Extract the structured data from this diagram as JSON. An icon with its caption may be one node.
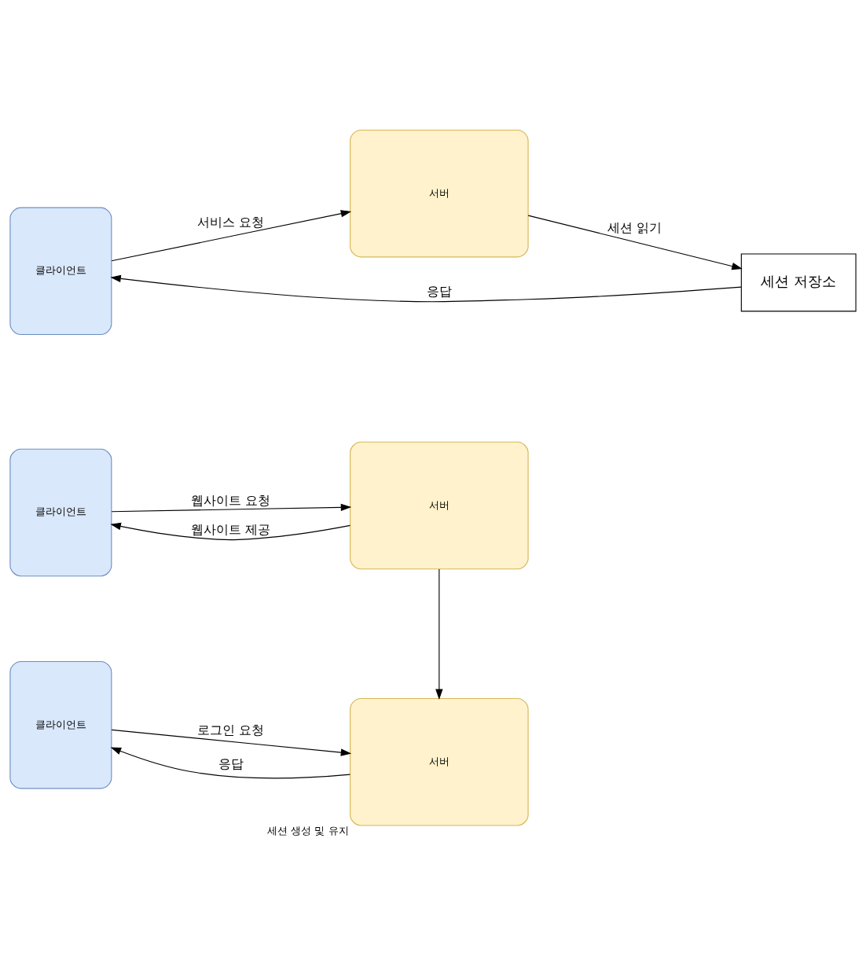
{
  "diagram": {
    "nodes": [
      {
        "text": [
          "클라이언트"
        ]
      },
      {
        "text": [
          "서버"
        ]
      },
      {
        "text": [
          "클라이언트"
        ]
      },
      {
        "text": [
          "서버"
        ],
        "beside": [
          "세션 생성 및 유지"
        ]
      },
      {
        "text": [
          "클라이언트"
        ]
      },
      {
        "text": [
          "서버"
        ]
      },
      {
        "text": [
          "세션 저장소"
        ]
      }
    ],
    "edges": [
      {
        "from": 0,
        "to": 1,
        "arrow": "to",
        "label": "웹사이트 요청"
      },
      {
        "from": 1,
        "to": 0,
        "arrow": "to",
        "label": "웹사이트 제공"
      },
      {
        "from": 1,
        "to": 3,
        "arrow": "to"
      },
      {
        "from": 2,
        "to": 3,
        "arrow": "to",
        "label": "로그인 요청"
      },
      {
        "from": 3,
        "to": 2,
        "arrow": "to",
        "label": "응답"
      },
      {
        "from": 4,
        "to": 5,
        "arrow": "to",
        "label": "서비스 요청"
      },
      {
        "from": 5,
        "to": 6,
        "arrow": "to",
        "label": "세션 읽기"
      },
      {
        "from": 6,
        "to": 4,
        "arrow": "to",
        "label": "응답"
      }
    ]
  }
}
